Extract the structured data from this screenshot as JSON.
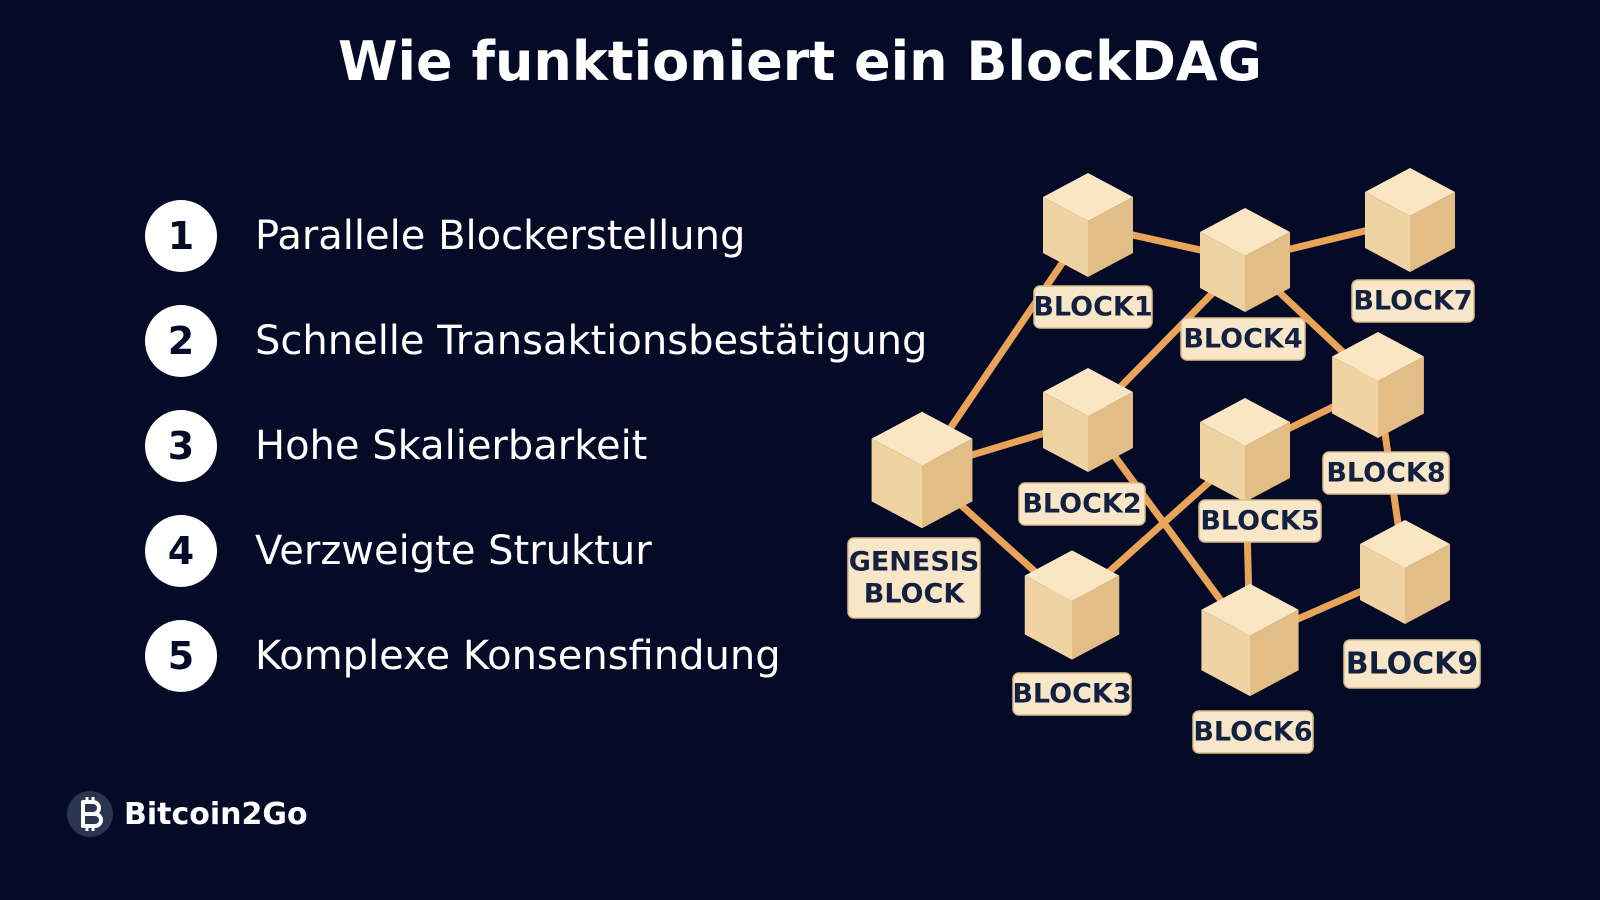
{
  "title": "Wie funktioniert ein BlockDAG",
  "steps": [
    {
      "number": "1",
      "label": "Parallele Blockerstellung"
    },
    {
      "number": "2",
      "label": "Schnelle Transaktionsbestätigung"
    },
    {
      "number": "3",
      "label": "Hohe Skalierbarkeit"
    },
    {
      "number": "4",
      "label": "Verzweigte Struktur"
    },
    {
      "number": "5",
      "label": "Komplexe Konsensfindung"
    }
  ],
  "blocks": {
    "genesis_line1": "GENESIS",
    "genesis_line2": "BLOCK",
    "block1": "BLOCK1",
    "block2": "BLOCK2",
    "block3": "BLOCK3",
    "block4": "BLOCK4",
    "block5": "BLOCK5",
    "block6": "BLOCK6",
    "block7": "BLOCK7",
    "block8": "BLOCK8",
    "block9": "BLOCK9"
  },
  "brand": {
    "name": "Bitcoin2Go",
    "logo_icon": "bitcoin2go-logo-icon"
  },
  "colors": {
    "background": "#050b26",
    "edge": "#e9a45a",
    "cube": "#f0d3a3",
    "label_bg": "#f7e6c8",
    "label_text": "#13203f"
  }
}
